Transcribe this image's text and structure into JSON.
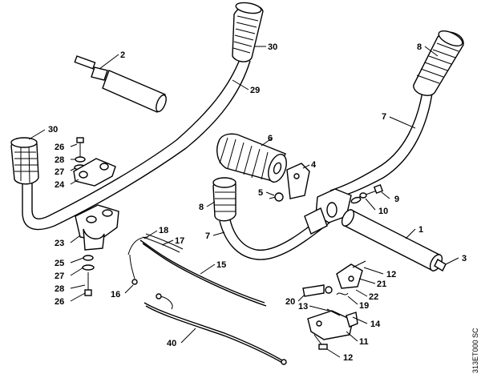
{
  "diagram": {
    "code": "313ET000 SC",
    "callouts": [
      {
        "id": "c-2",
        "text": "2"
      },
      {
        "id": "c-30a",
        "text": "30"
      },
      {
        "id": "c-29",
        "text": "29"
      },
      {
        "id": "c-30b",
        "text": "30"
      },
      {
        "id": "c-26a",
        "text": "26"
      },
      {
        "id": "c-28a",
        "text": "28"
      },
      {
        "id": "c-27a",
        "text": "27"
      },
      {
        "id": "c-24",
        "text": "24"
      },
      {
        "id": "c-23",
        "text": "23"
      },
      {
        "id": "c-25",
        "text": "25"
      },
      {
        "id": "c-27b",
        "text": "27"
      },
      {
        "id": "c-28b",
        "text": "28"
      },
      {
        "id": "c-26b",
        "text": "26"
      },
      {
        "id": "c-18",
        "text": "18"
      },
      {
        "id": "c-17",
        "text": "17"
      },
      {
        "id": "c-15",
        "text": "15"
      },
      {
        "id": "c-16",
        "text": "16"
      },
      {
        "id": "c-40",
        "text": "40"
      },
      {
        "id": "c-6",
        "text": "6"
      },
      {
        "id": "c-4",
        "text": "4"
      },
      {
        "id": "c-5",
        "text": "5"
      },
      {
        "id": "c-8a",
        "text": "8"
      },
      {
        "id": "c-7a",
        "text": "7"
      },
      {
        "id": "c-8b",
        "text": "8"
      },
      {
        "id": "c-7b",
        "text": "7"
      },
      {
        "id": "c-9",
        "text": "9"
      },
      {
        "id": "c-10",
        "text": "10"
      },
      {
        "id": "c-1",
        "text": "1"
      },
      {
        "id": "c-3",
        "text": "3"
      },
      {
        "id": "c-12a",
        "text": "12"
      },
      {
        "id": "c-21",
        "text": "21"
      },
      {
        "id": "c-22",
        "text": "22"
      },
      {
        "id": "c-20",
        "text": "20"
      },
      {
        "id": "c-19",
        "text": "19"
      },
      {
        "id": "c-13",
        "text": "13"
      },
      {
        "id": "c-14",
        "text": "14"
      },
      {
        "id": "c-11",
        "text": "11"
      },
      {
        "id": "c-12b",
        "text": "12"
      }
    ]
  }
}
